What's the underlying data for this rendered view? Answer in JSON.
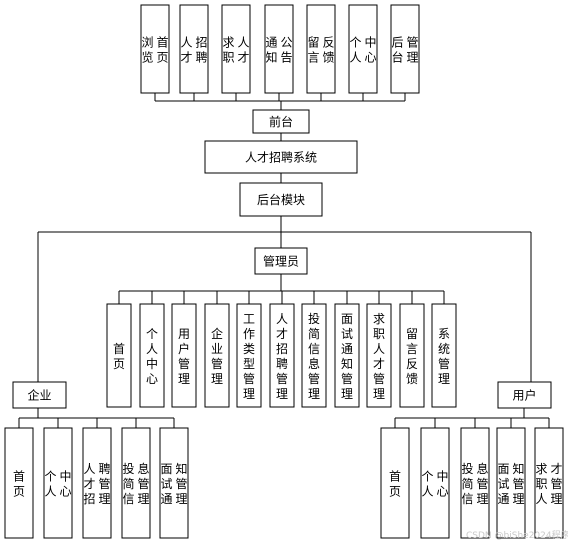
{
  "front_modules": [
    "浏览首页",
    "人才招聘",
    "求职人才",
    "通知公告",
    "留言反馈",
    "个人中心",
    "后台管理"
  ],
  "front_label": "前台",
  "system_label": "人才招聘系统",
  "backend_label": "后台模块",
  "admin_label": "管理员",
  "admin_modules": [
    "首页",
    "个人中心",
    "用户管理",
    "企业管理",
    "工作类型管理",
    "人才招聘管理",
    "投简信息管理",
    "面试通知管理",
    "求职人才管理",
    "留言反馈",
    "系统管理"
  ],
  "enterprise_label": "企业",
  "enterprise_modules": [
    "首页",
    "个人中心",
    "人才招聘管理",
    "投简信息管理",
    "面试通知管理"
  ],
  "user_label": "用户",
  "user_modules": [
    "首页",
    "个人中心",
    "投简信息管理",
    "面试通知管理",
    "求职人才管理"
  ],
  "watermark": "CSDN @biShe2024程序"
}
